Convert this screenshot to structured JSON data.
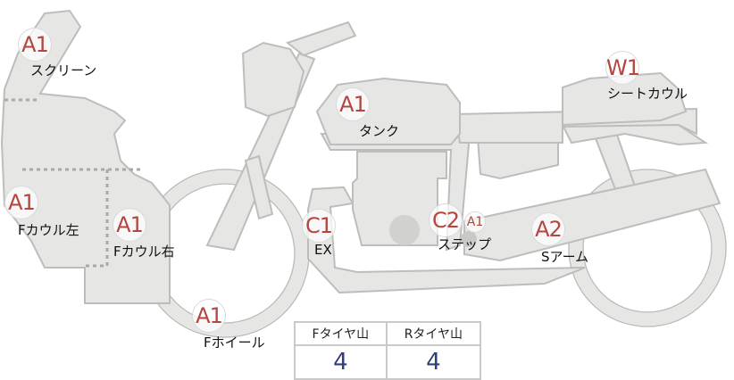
{
  "parts": {
    "screen": {
      "grade": "A1",
      "label": "スクリーン"
    },
    "tank": {
      "grade": "A1",
      "label": "タンク"
    },
    "seat_cowl": {
      "grade": "W1",
      "label": "シートカウル"
    },
    "f_cowl_left": {
      "grade": "A1",
      "label": "Fカウル左"
    },
    "f_cowl_right": {
      "grade": "A1",
      "label": "Fカウル右"
    },
    "exhaust": {
      "grade": "C1",
      "label": "EX"
    },
    "step": {
      "grade": "C2",
      "grade2": "A1",
      "label": "ステップ"
    },
    "swing_arm": {
      "grade": "A2",
      "label": "Sアーム"
    },
    "f_wheel": {
      "grade": "A1",
      "label": "Fホイール"
    }
  },
  "tread_table": {
    "headers": [
      "Fタイヤ山",
      "Rタイヤ山"
    ],
    "values": [
      "4",
      "4"
    ]
  },
  "colors": {
    "grade": "#b4453f",
    "value": "#2f3f7e",
    "part_fill": "#e6e6e4",
    "part_stroke": "#bdbdbb"
  }
}
